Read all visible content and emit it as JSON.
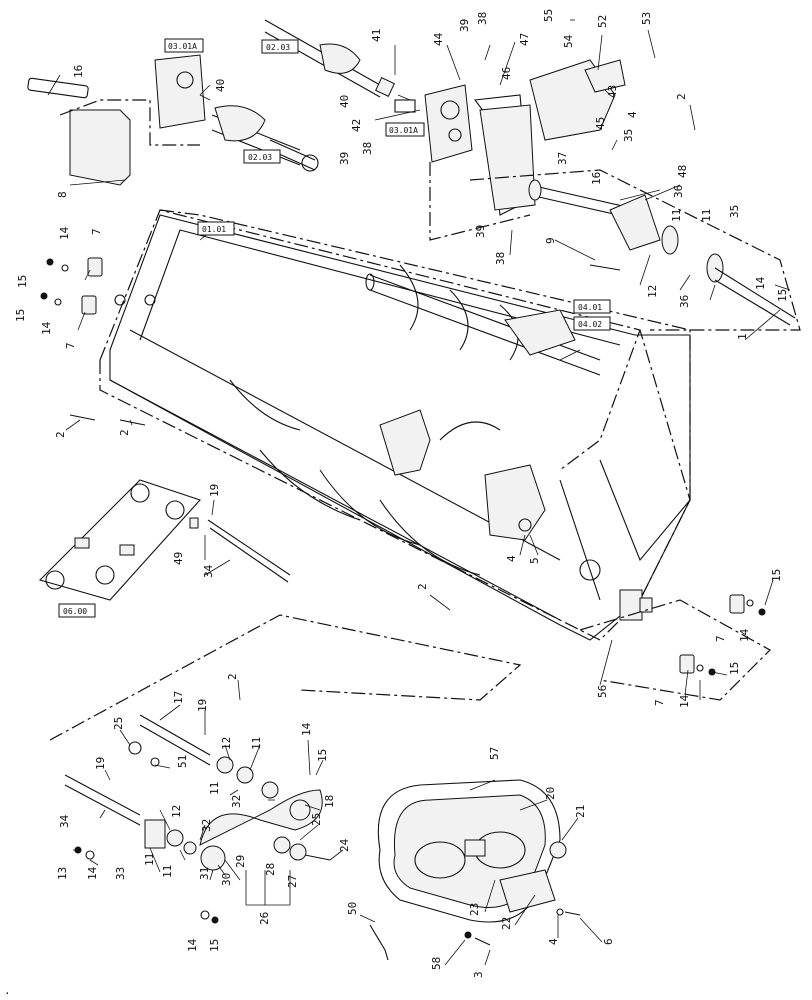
{
  "callouts": [
    "1",
    "2",
    "3",
    "4",
    "5",
    "6",
    "7",
    "8",
    "9",
    "11",
    "12",
    "13",
    "14",
    "15",
    "16",
    "17",
    "18",
    "19",
    "20",
    "21",
    "22",
    "23",
    "24",
    "25",
    "26",
    "27",
    "28",
    "29",
    "30",
    "31",
    "32",
    "33",
    "34",
    "35",
    "36",
    "37",
    "38",
    "39",
    "40",
    "41",
    "42",
    "43",
    "44",
    "45",
    "46",
    "47",
    "48",
    "49",
    "50",
    "51",
    "52",
    "53",
    "54",
    "55",
    "56",
    "57",
    "58"
  ],
  "section_refs": [
    "03.01A",
    "02.03",
    "02.03",
    "03.01A",
    "01.01",
    "04.01",
    "04.02",
    "06.00"
  ],
  "page_mark": "."
}
